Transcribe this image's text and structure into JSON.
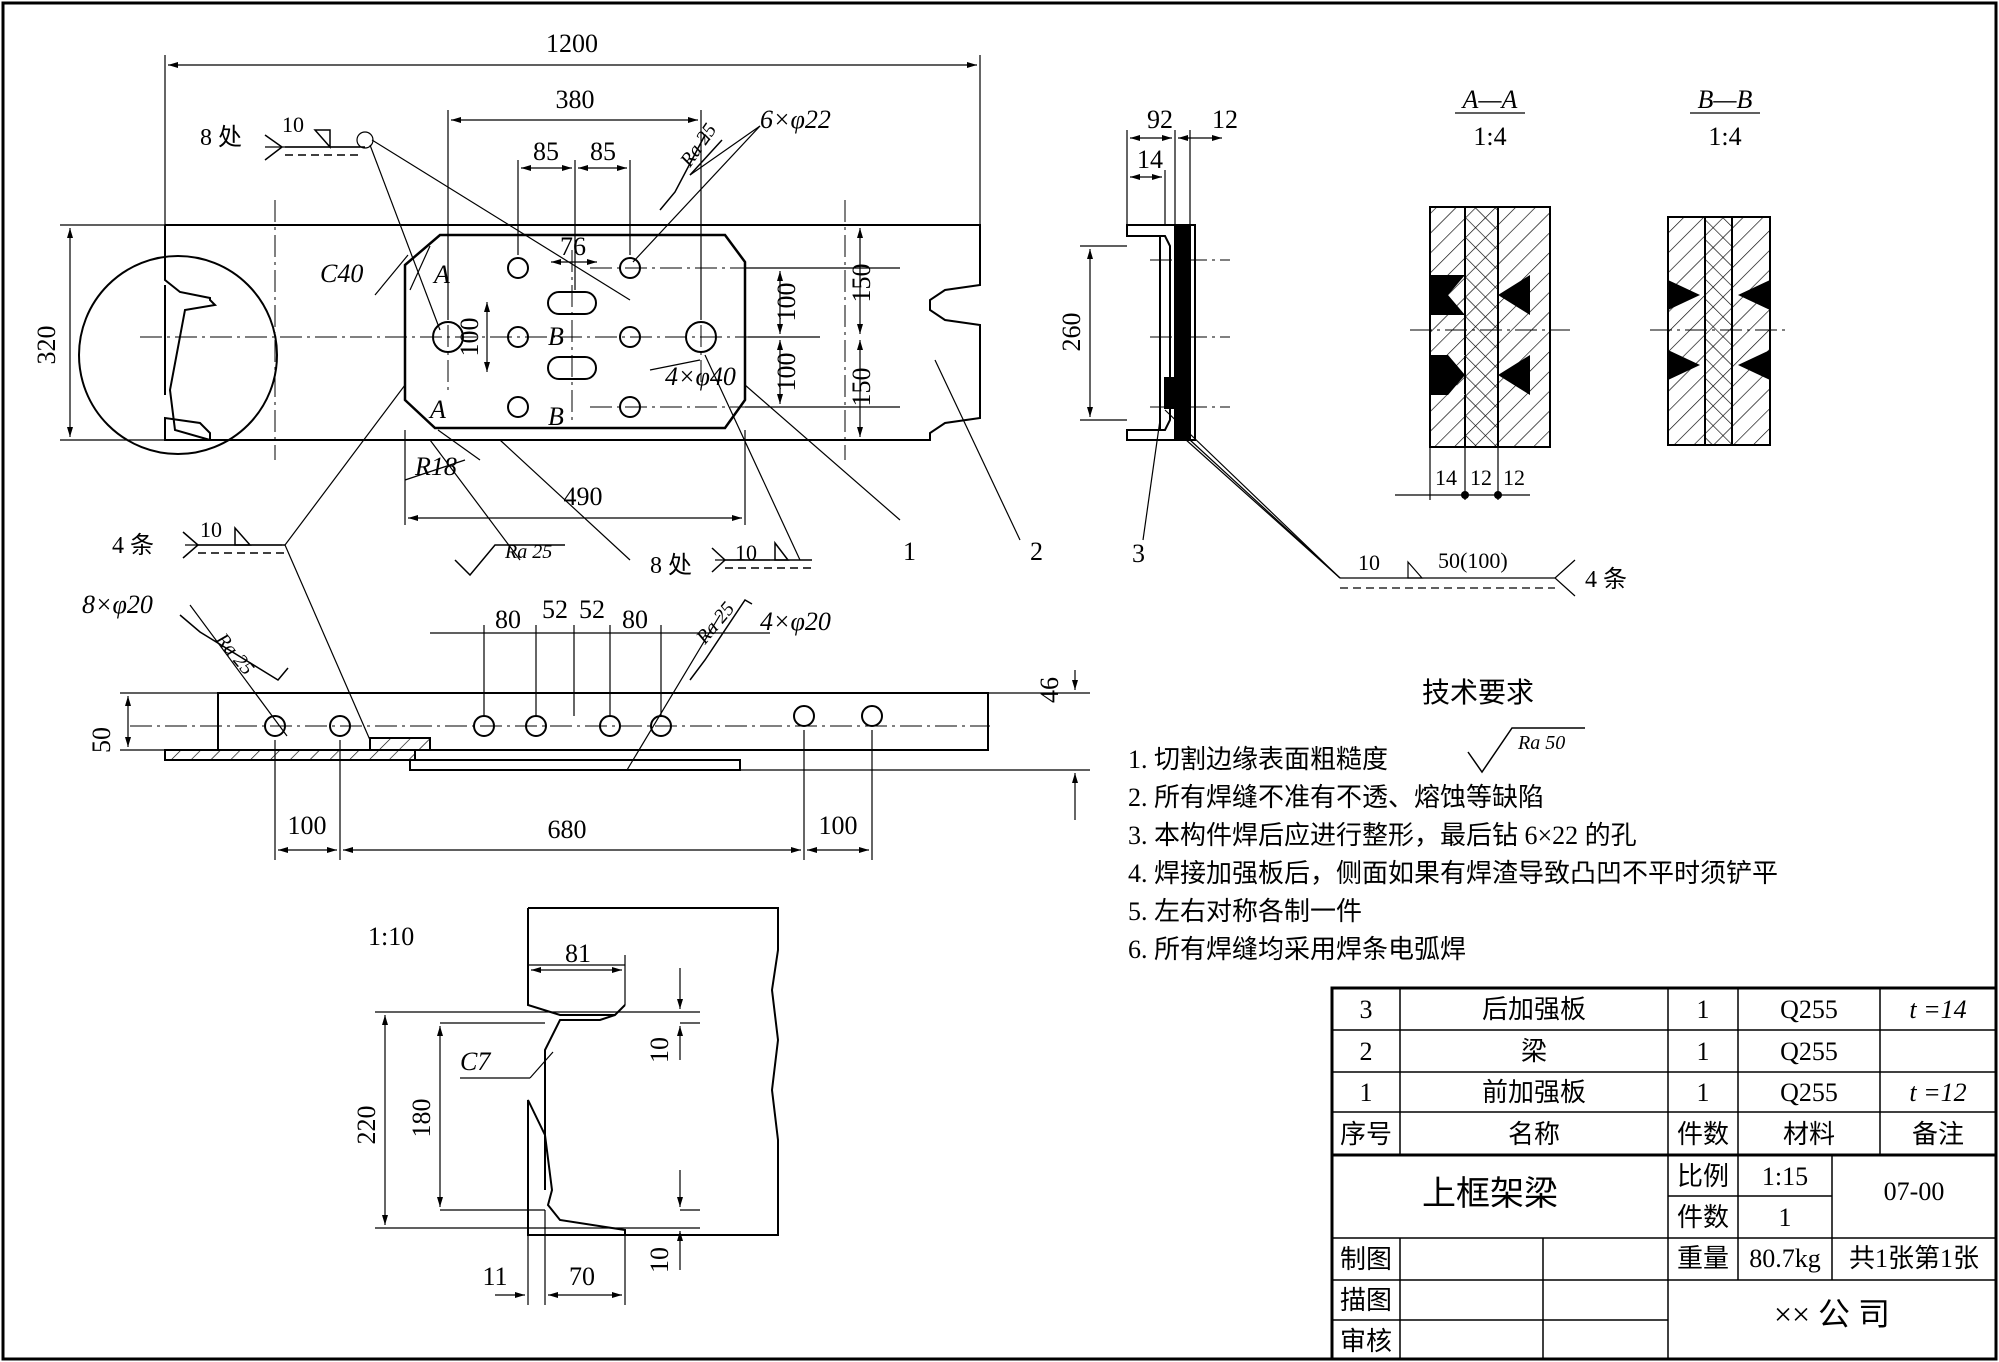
{
  "main_view": {
    "overall_length": "1200",
    "hole_group_span": "380",
    "hole_pitch_1": "85",
    "hole_pitch_2": "85",
    "hole_spec_6x22": "6×φ22",
    "roughness_label": "Ra 25",
    "chamfer": "C40",
    "slot_spacing": "76",
    "section_a": "A",
    "section_b": "B",
    "height": "320",
    "dim_100": "100",
    "dim_100b": "100",
    "dim_100c": "100",
    "dim_150a": "150",
    "dim_150b": "150",
    "hole_spec_4x40": "4×φ40",
    "radius": "R18",
    "plate_length": "490",
    "weld_8_places_a": "8 处",
    "weld_8_places_b": "8 处",
    "weld_size_a": "10",
    "weld_size_b": "10",
    "weld_4_strips": "4 条",
    "weld_size_c": "10",
    "part_1": "1",
    "part_2": "2"
  },
  "side_view": {
    "dim_92": "92",
    "dim_12": "12",
    "dim_14": "14",
    "dim_260": "260",
    "part_3": "3",
    "weld_size": "10",
    "weld_length": "50(100)",
    "weld_4_strips": "4 条"
  },
  "sections": {
    "aa_title": "A—A",
    "aa_scale": "1:4",
    "bb_title": "B—B",
    "bb_scale": "1:4",
    "dim_14": "14",
    "dim_12a": "12",
    "dim_12b": "12"
  },
  "bottom_view": {
    "hole_spec_8x20": "8×φ20",
    "hole_spec_4x20": "4×φ20",
    "roughness_a": "Ra 25",
    "roughness_b": "Ra 25",
    "dim_80a": "80",
    "dim_52a": "52",
    "dim_52b": "52",
    "dim_80b": "80",
    "dim_46": "46",
    "dim_50": "50",
    "dim_100a": "100",
    "dim_680": "680",
    "dim_100b": "100"
  },
  "detail": {
    "scale": "1:10",
    "dim_81": "81",
    "chamfer": "C7",
    "dim_220": "220",
    "dim_180": "180",
    "dim_10a": "10",
    "dim_10b": "10",
    "dim_11": "11",
    "dim_70": "70"
  },
  "tech_requirements": {
    "title": "技术要求",
    "item1_text": "1. 切割边缘表面粗糙度",
    "item1_ra": "Ra 50",
    "items": [
      "2. 所有焊缝不准有不透、熔蚀等缺陷",
      "3. 本构件焊后应进行整形，最后钻 6×22 的孔",
      "4. 焊接加强板后，侧面如果有焊渣导致凸凹不平时须铲平",
      "5. 左右对称各制一件",
      "6. 所有焊缝均采用焊条电弧焊"
    ]
  },
  "parts_list": {
    "rows": [
      {
        "no": "3",
        "name": "后加强板",
        "qty": "1",
        "material": "Q255",
        "remark": "t =14"
      },
      {
        "no": "2",
        "name": "梁",
        "qty": "1",
        "material": "Q255",
        "remark": ""
      },
      {
        "no": "1",
        "name": "前加强板",
        "qty": "1",
        "material": "Q255",
        "remark": "t =12"
      }
    ],
    "headers": {
      "no": "序号",
      "name": "名称",
      "qty": "件数",
      "material": "材料",
      "remark": "备注"
    }
  },
  "title_block": {
    "title": "上框架梁",
    "scale_label": "比例",
    "scale_value": "1:15",
    "qty_label": "件数",
    "qty_value": "1",
    "drawing_no": "07-00",
    "weight_label": "重量",
    "weight_value": "80.7kg",
    "sheet": "共1张第1张",
    "drawn_by": "制图",
    "traced_by": "描图",
    "checked_by": "审核",
    "company": "×× 公 司"
  }
}
